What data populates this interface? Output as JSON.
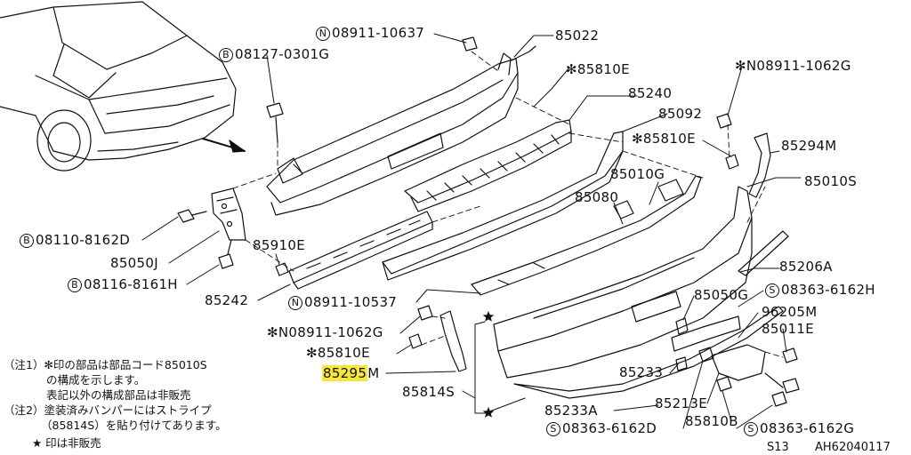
{
  "labels": [
    {
      "id": "l1",
      "prefix": "N",
      "text": "08911-10637"
    },
    {
      "id": "l2",
      "prefix": "",
      "text": "85022"
    },
    {
      "id": "l3",
      "prefix": "B",
      "text": "08127-0301G"
    },
    {
      "id": "l4",
      "prefix": "",
      "text": "✻85810E"
    },
    {
      "id": "l5",
      "prefix": "✻N",
      "text": "08911-1062G"
    },
    {
      "id": "l6",
      "prefix": "",
      "text": "85240"
    },
    {
      "id": "l7",
      "prefix": "",
      "text": "85092"
    },
    {
      "id": "l8",
      "prefix": "",
      "text": "✻85810E"
    },
    {
      "id": "l9",
      "prefix": "",
      "text": "85294M"
    },
    {
      "id": "l10",
      "prefix": "",
      "text": "85010G"
    },
    {
      "id": "l11",
      "prefix": "",
      "text": "85010S"
    },
    {
      "id": "l12",
      "prefix": "",
      "text": "85080"
    },
    {
      "id": "l13",
      "prefix": "B",
      "text": "08110-8162D"
    },
    {
      "id": "l14",
      "prefix": "",
      "text": "85910E"
    },
    {
      "id": "l15",
      "prefix": "",
      "text": "85050J"
    },
    {
      "id": "l16",
      "prefix": "",
      "text": "85206A"
    },
    {
      "id": "l17",
      "prefix": "B",
      "text": "08116-8161H"
    },
    {
      "id": "l18",
      "prefix": "S",
      "text": "08363-6162H"
    },
    {
      "id": "l19",
      "prefix": "",
      "text": "85050G"
    },
    {
      "id": "l20",
      "prefix": "",
      "text": "85242"
    },
    {
      "id": "l21",
      "prefix": "N",
      "text": "08911-10537"
    },
    {
      "id": "l22",
      "prefix": "",
      "text": "96205M"
    },
    {
      "id": "l23",
      "prefix": "✻N",
      "text": "08911-1062G"
    },
    {
      "id": "l24",
      "prefix": "",
      "text": "85011E"
    },
    {
      "id": "l25",
      "prefix": "",
      "text": "✻85810E"
    },
    {
      "id": "l26",
      "prefix": "",
      "text": "85295M"
    },
    {
      "id": "l27",
      "prefix": "",
      "text": "85233"
    },
    {
      "id": "l28",
      "prefix": "",
      "text": "85814S"
    },
    {
      "id": "l29",
      "prefix": "",
      "text": "85213E"
    },
    {
      "id": "l30",
      "prefix": "",
      "text": "85233A"
    },
    {
      "id": "l31",
      "prefix": "",
      "text": "85810B"
    },
    {
      "id": "l32",
      "prefix": "S",
      "text": "08363-6162D"
    },
    {
      "id": "l33",
      "prefix": "S",
      "text": "08363-6162G"
    }
  ],
  "highlighted_part": "85295",
  "highlighted_suffix": "M",
  "notes": {
    "line1": "（注1）✻印の部品は部品コード85010S",
    "line2": "の構成を示します。",
    "line3": "表記以外の構成部品は非販売",
    "line4": "（注2）塗装済みバンパーにはストライプ",
    "line5": "（85814S）を貼り付けてあります。",
    "line6": "★ 印は非販売"
  },
  "footer": {
    "model": "S13",
    "code": "AH62040117"
  }
}
